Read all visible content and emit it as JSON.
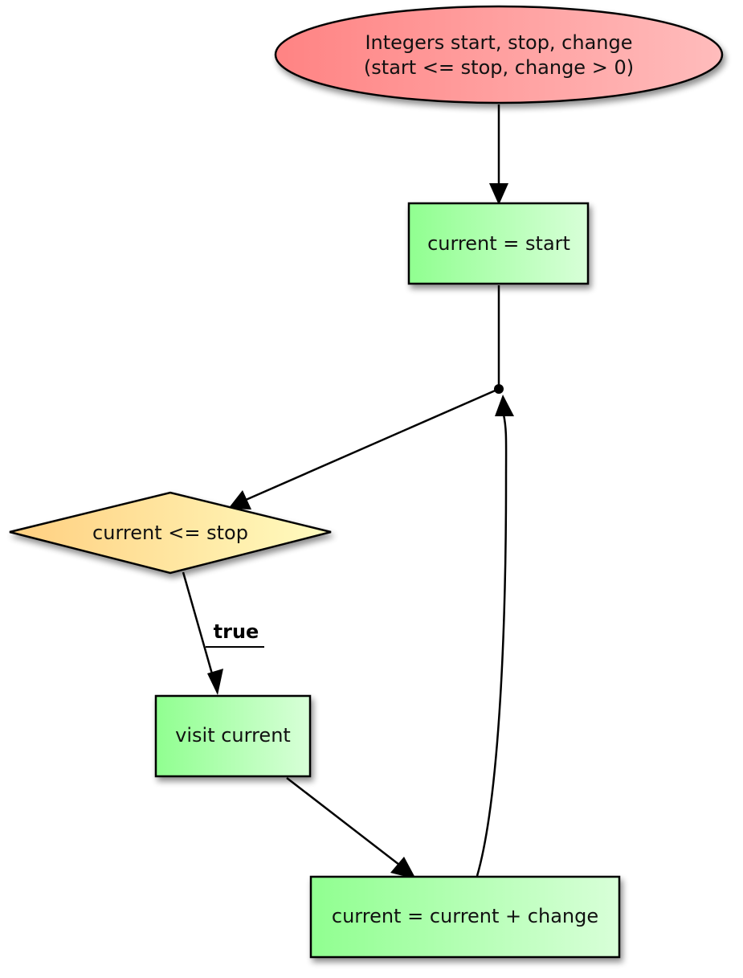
{
  "nodes": {
    "start": {
      "shape": "ellipse",
      "line1": "Integers start, stop, change",
      "line2": "(start <= stop, change > 0)"
    },
    "init": {
      "shape": "rectangle",
      "text": "current = start"
    },
    "decision": {
      "shape": "diamond",
      "text": "current <= stop"
    },
    "visit": {
      "shape": "rectangle",
      "text": "visit current"
    },
    "increment": {
      "shape": "rectangle",
      "text": "current = current + change"
    }
  },
  "edges": {
    "true_label": "true"
  },
  "colors": {
    "start_fill_left": "#ff8383",
    "start_fill_right": "#ffbcbc",
    "process_fill_left": "#90ff90",
    "process_fill_right": "#d8ffd8",
    "decision_fill_left": "#ffcf80",
    "decision_fill_right": "#fffcc0",
    "stroke": "#000000"
  }
}
